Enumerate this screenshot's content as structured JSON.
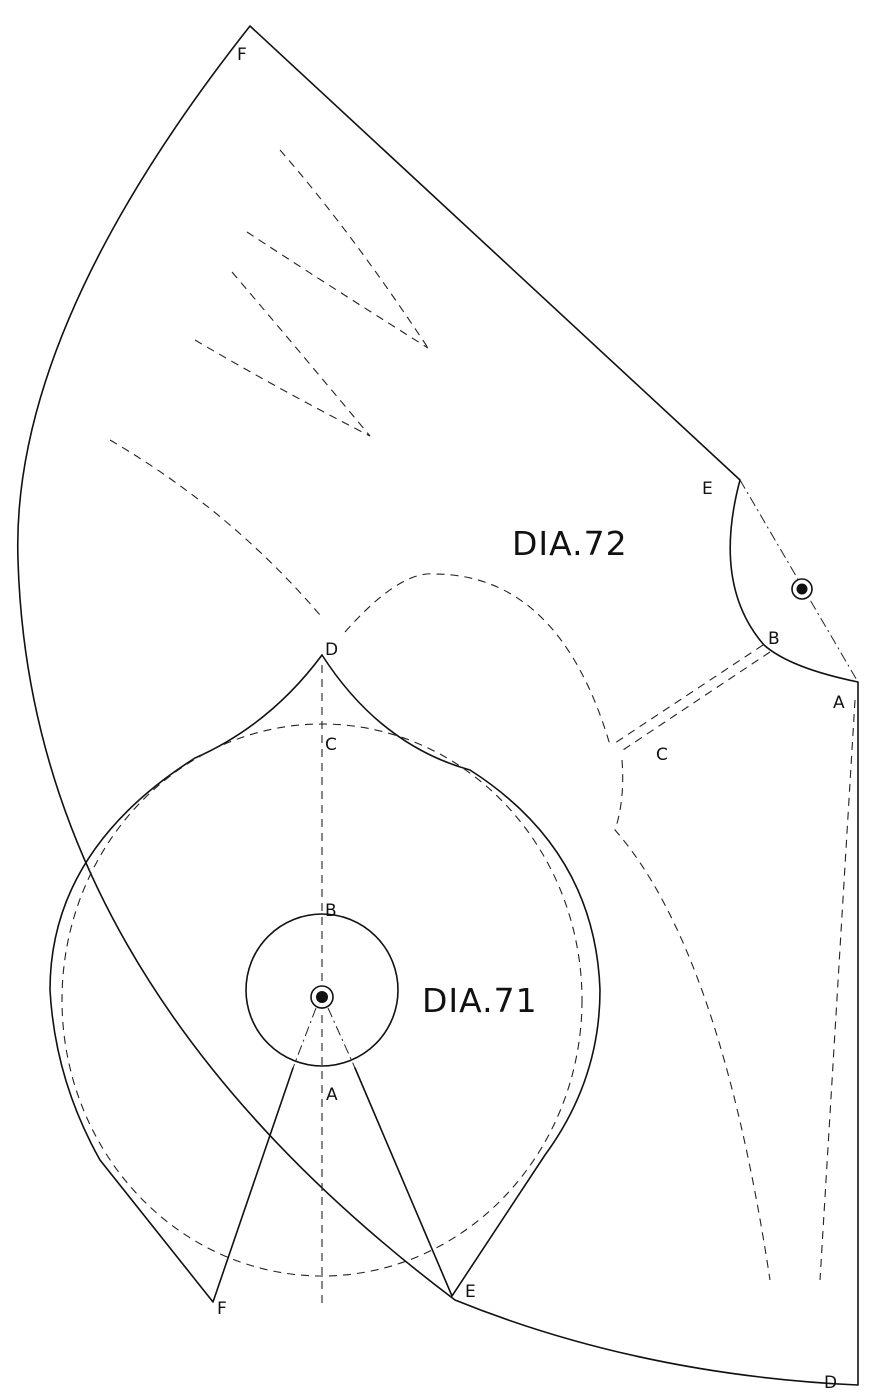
{
  "diagrams": [
    {
      "title": "DIA.72",
      "points": {
        "A": "A",
        "B": "B",
        "C": "C",
        "D": "D",
        "E": "E",
        "F": "F"
      }
    },
    {
      "title": "DIA.71",
      "points": {
        "A": "A",
        "B": "B",
        "C": "C",
        "D": "D",
        "E": "E",
        "F": "F"
      }
    }
  ]
}
